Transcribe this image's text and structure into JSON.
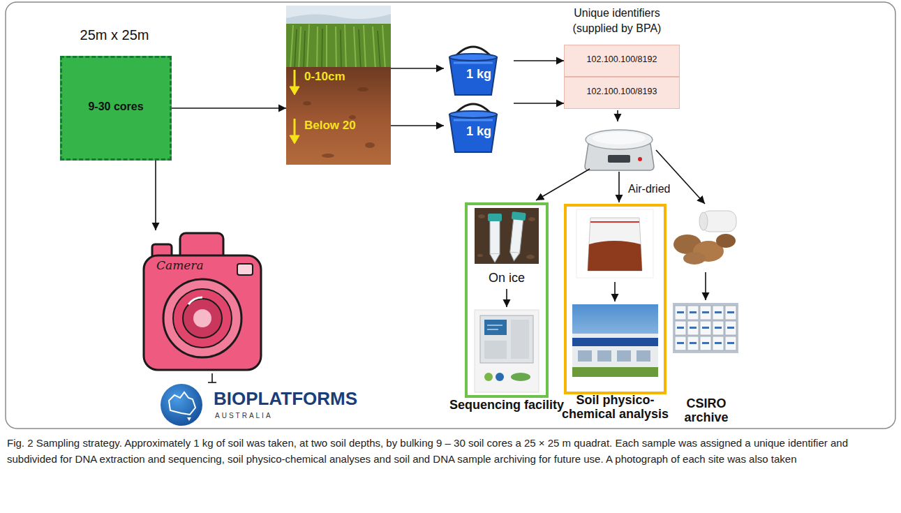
{
  "diagram": {
    "caption": "Fig. 2 Sampling strategy. Approximately 1 kg of soil was taken, at two soil depths, by bulking 9 – 30 soil cores a 25 × 25 m quadrat. Each sample was assigned a unique identifier and subdivided for DNA extraction and sequencing, soil physico-chemical analyses and soil and DNA sample archiving for future use. A photograph of each site was also taken",
    "nodes": [
      {
        "text": [
          "25m x 25m",
          "9-30 cores"
        ]
      },
      {
        "text": [
          "0-10cm",
          "Below 20"
        ]
      },
      {
        "text": [
          "1 kg"
        ]
      },
      {
        "text": [
          "1 kg"
        ]
      },
      {
        "text": [
          "Unique identifiers (supplied by BPA)"
        ]
      },
      {
        "text": [
          "102.100.100/8192"
        ],
        "in": 4
      },
      {
        "text": [
          "102.100.100/8193"
        ],
        "in": 4
      },
      {
        "text": [
          "On ice",
          "Sequencing facility"
        ]
      },
      {
        "text": [
          "Soil physico-chemical analysis"
        ]
      },
      {
        "text": [
          "Camera"
        ]
      },
      {
        "text": [
          "BIOPLATFORMS",
          "AUSTRALIA"
        ]
      }
    ],
    "edges": [
      {
        "from": 0,
        "to": 1,
        "arrow": "to"
      },
      {
        "from": 0,
        "to": 9,
        "arrow": "to"
      },
      {
        "from": 1,
        "to": 2,
        "arrow": "to"
      },
      {
        "from": 1,
        "to": 3,
        "arrow": "to"
      },
      {
        "from": 2,
        "to": 5,
        "arrow": "to"
      },
      {
        "from": 3,
        "to": 6,
        "arrow": "to"
      },
      {
        "from": 9,
        "to": 10,
        "arrow": "none"
      }
    ],
    "labels": [
      "Air-dried",
      "CSIRO archive"
    ]
  }
}
